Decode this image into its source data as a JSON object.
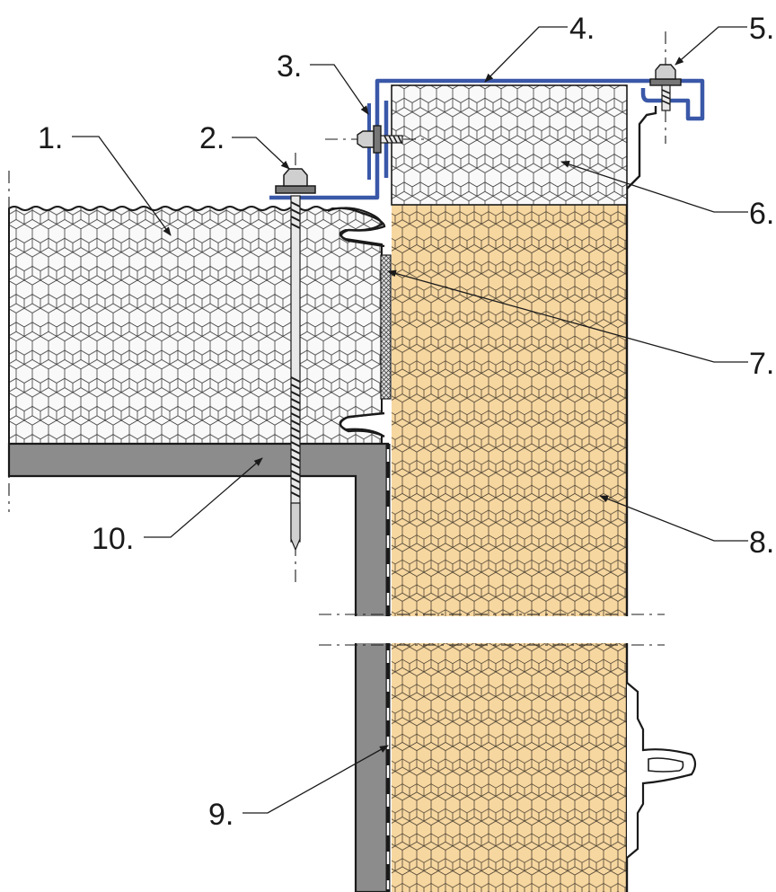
{
  "colors": {
    "insulation_hex_fill": "#f8f8f8",
    "mineral_wool_fill": "#f7d7a0",
    "steel_beam_fill": "#8c8c8c",
    "flashing_blue": "#3a58a8",
    "fastener_gray": "#777777",
    "seal_fill": "#d8d8d8"
  },
  "icons": {
    "fastener": "hex-head-self-drilling-screw",
    "arrowhead": "leader-arrow"
  },
  "callouts": [
    {
      "id": "1",
      "label": "1."
    },
    {
      "id": "2",
      "label": "2."
    },
    {
      "id": "3",
      "label": "3."
    },
    {
      "id": "4",
      "label": "4."
    },
    {
      "id": "5",
      "label": "5."
    },
    {
      "id": "6",
      "label": "6."
    },
    {
      "id": "7",
      "label": "7."
    },
    {
      "id": "8",
      "label": "8."
    },
    {
      "id": "9",
      "label": "9."
    },
    {
      "id": "10",
      "label": "10."
    }
  ]
}
